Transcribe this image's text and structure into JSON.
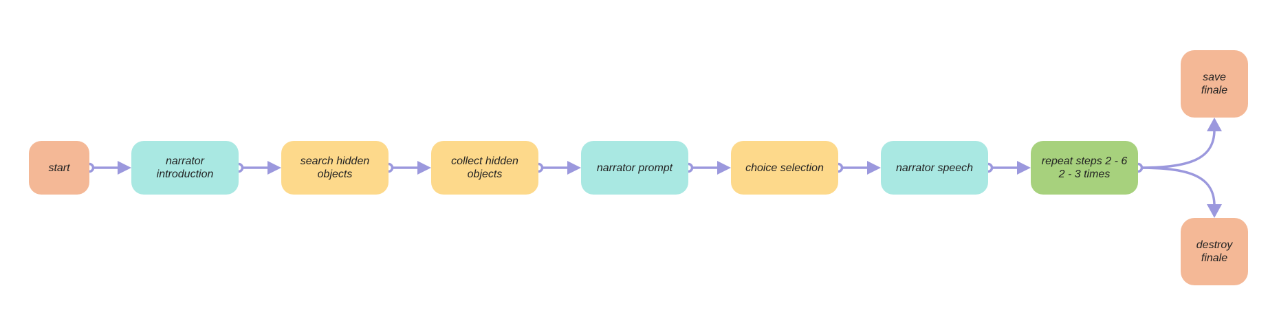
{
  "colors": {
    "peach": "#f4b896",
    "cyan": "#a9e8e2",
    "yellow": "#fdd98b",
    "green": "#a7d17d",
    "connector": "#9b98dd"
  },
  "nodes": [
    {
      "id": "start",
      "label": "start",
      "color": "peach"
    },
    {
      "id": "narrator-introduction",
      "label": "narrator\nintroduction",
      "color": "cyan"
    },
    {
      "id": "search-hidden-objects",
      "label": "search hidden\nobjects",
      "color": "yellow"
    },
    {
      "id": "collect-hidden-objects",
      "label": "collect hidden\nobjects",
      "color": "yellow"
    },
    {
      "id": "narrator-prompt",
      "label": "narrator prompt",
      "color": "cyan"
    },
    {
      "id": "choice-selection",
      "label": "choice selection",
      "color": "yellow"
    },
    {
      "id": "narrator-speech",
      "label": "narrator speech",
      "color": "cyan"
    },
    {
      "id": "repeat-steps",
      "label": "repeat steps 2 - 6\n2 - 3 times",
      "color": "green"
    },
    {
      "id": "save-finale",
      "label": "save\nfinale",
      "color": "peach"
    },
    {
      "id": "destroy-finale",
      "label": "destroy\nfinale",
      "color": "peach"
    }
  ],
  "edges": [
    {
      "from": "start",
      "to": "narrator-introduction"
    },
    {
      "from": "narrator-introduction",
      "to": "search-hidden-objects"
    },
    {
      "from": "search-hidden-objects",
      "to": "collect-hidden-objects"
    },
    {
      "from": "collect-hidden-objects",
      "to": "narrator-prompt"
    },
    {
      "from": "narrator-prompt",
      "to": "choice-selection"
    },
    {
      "from": "choice-selection",
      "to": "narrator-speech"
    },
    {
      "from": "narrator-speech",
      "to": "repeat-steps"
    },
    {
      "from": "repeat-steps",
      "to": "save-finale"
    },
    {
      "from": "repeat-steps",
      "to": "destroy-finale"
    }
  ]
}
